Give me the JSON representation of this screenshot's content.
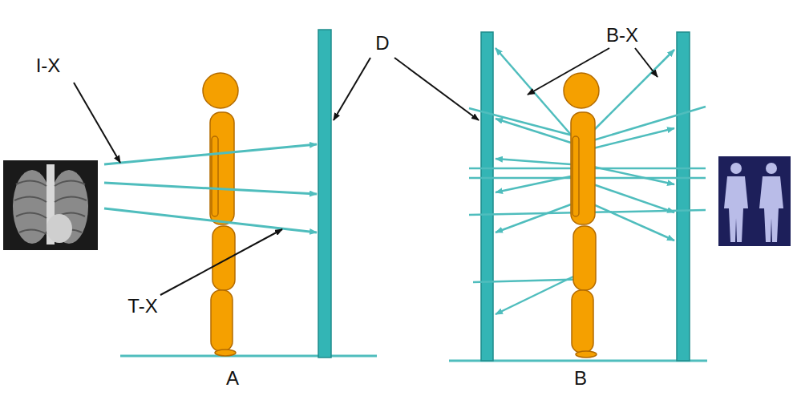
{
  "diagram": {
    "labels": [
      "I-X",
      "T-X",
      "D",
      "B-X",
      "A",
      "B"
    ]
  }
}
